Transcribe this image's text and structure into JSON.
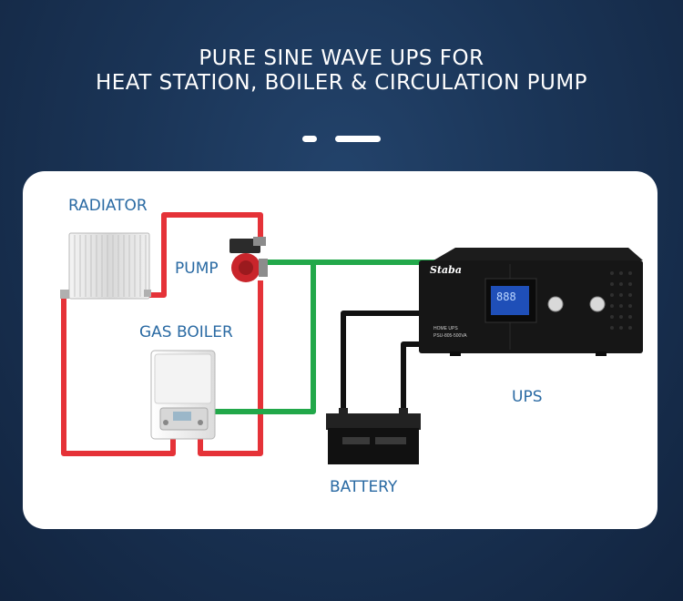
{
  "header": {
    "title_line1": "PURE SINE WAVE UPS FOR",
    "title_line2": "HEAT STATION, BOILER & CIRCULATION PUMP"
  },
  "labels": {
    "radiator": "RADIATOR",
    "pump": "PUMP",
    "gas_boiler": "GAS BOILER",
    "ups": "UPS",
    "battery": "BATTERY"
  },
  "ups_device": {
    "brand": "Staba",
    "model_line1": "HOME UPS",
    "model_line2": "PSU-805-500VA",
    "display": "888"
  },
  "colors": {
    "background": "#1a3456",
    "pipe": "#e53238",
    "power_cable": "#22a84a",
    "dc_cable": "#111111",
    "label": "#2a6aa3"
  }
}
